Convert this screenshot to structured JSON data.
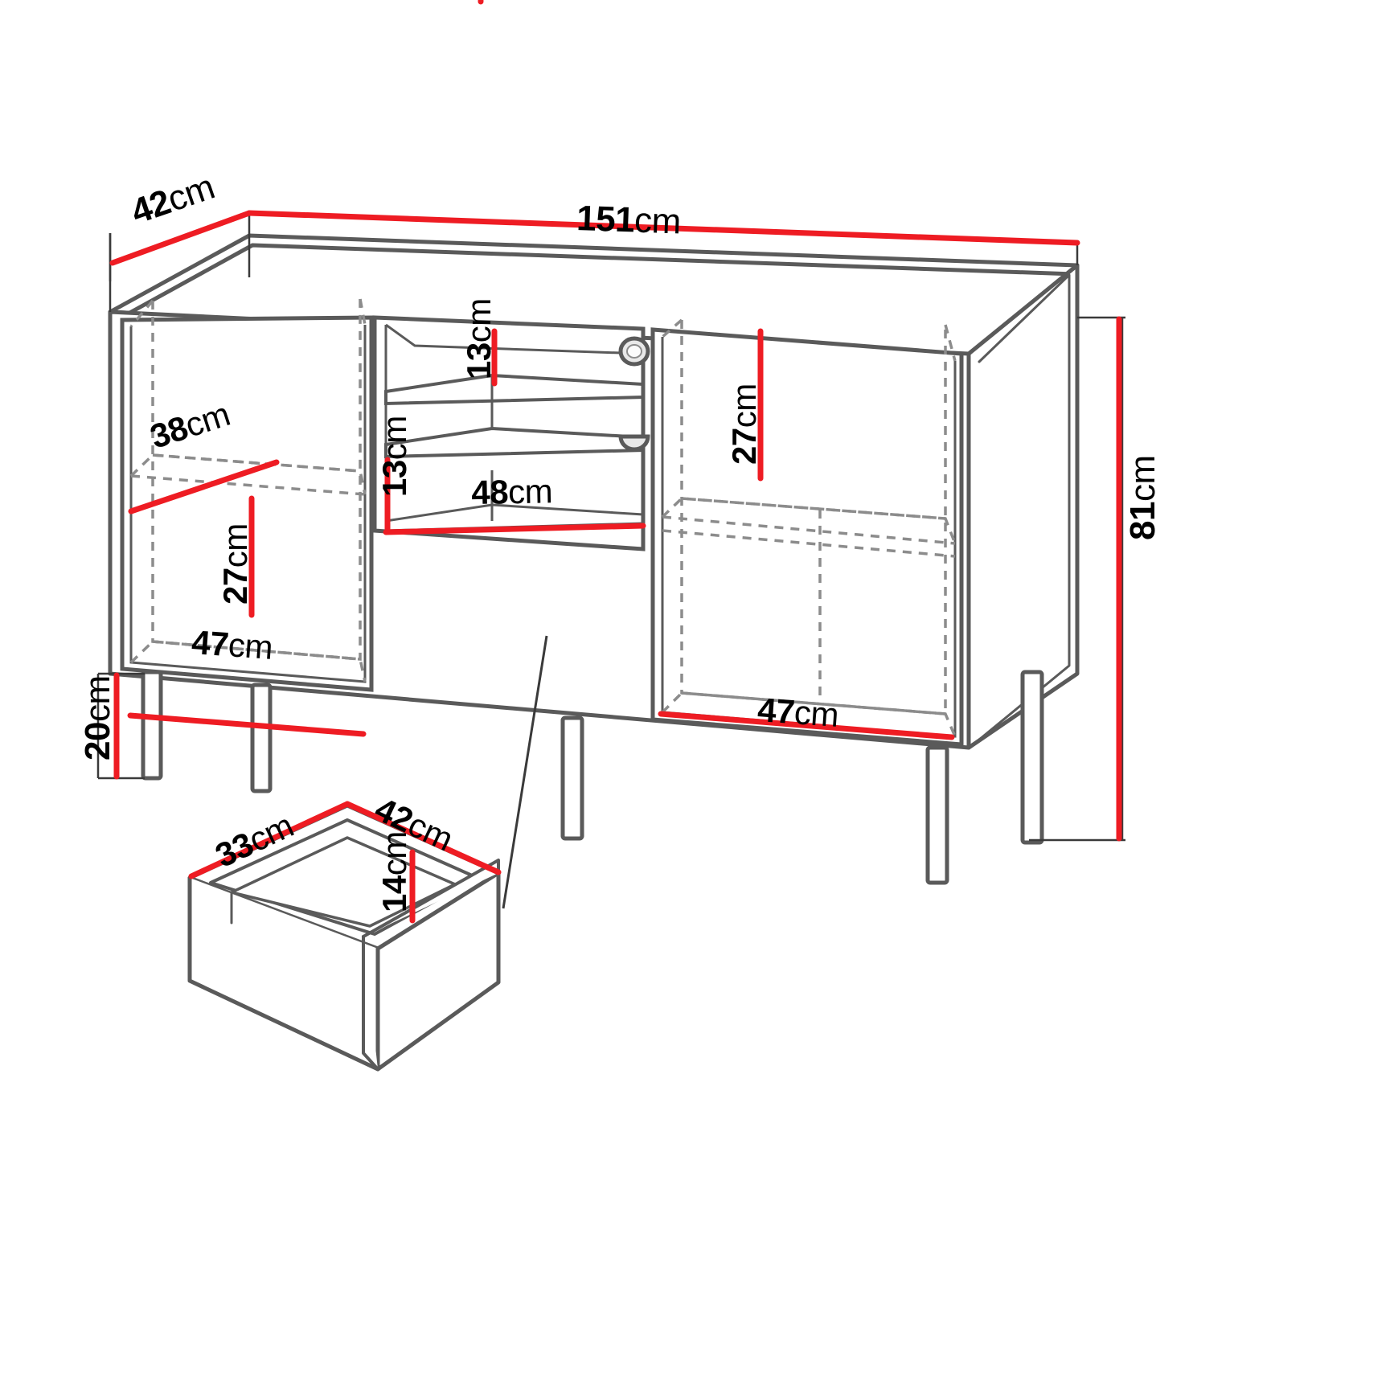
{
  "drawing": {
    "title": "Sideboard dimension drawing",
    "unit": "cm",
    "colors": {
      "dimension_line": "#ee1c23",
      "outline": "#5a5a5a",
      "hidden_line": "#8c8c8c",
      "background": "#ffffff",
      "text": "#000000"
    }
  },
  "dimensions": {
    "top_depth": {
      "value": "42",
      "unit": "cm"
    },
    "top_width": {
      "value": "151",
      "unit": "cm"
    },
    "total_height": {
      "value": "81",
      "unit": "cm"
    },
    "leg_height": {
      "value": "20",
      "unit": "cm"
    },
    "left_shelf_depth": {
      "value": "38",
      "unit": "cm"
    },
    "left_compartment_height": {
      "value": "27",
      "unit": "cm"
    },
    "left_compartment_width": {
      "value": "47",
      "unit": "cm"
    },
    "middle_upper_height": {
      "value": "13",
      "unit": "cm"
    },
    "middle_lower_height": {
      "value": "13",
      "unit": "cm"
    },
    "middle_width": {
      "value": "48",
      "unit": "cm"
    },
    "right_compartment_height": {
      "value": "27",
      "unit": "cm"
    },
    "right_compartment_width": {
      "value": "47",
      "unit": "cm"
    },
    "drawer_depth": {
      "value": "33",
      "unit": "cm"
    },
    "drawer_width": {
      "value": "42",
      "unit": "cm"
    },
    "drawer_height": {
      "value": "14",
      "unit": "cm"
    }
  }
}
